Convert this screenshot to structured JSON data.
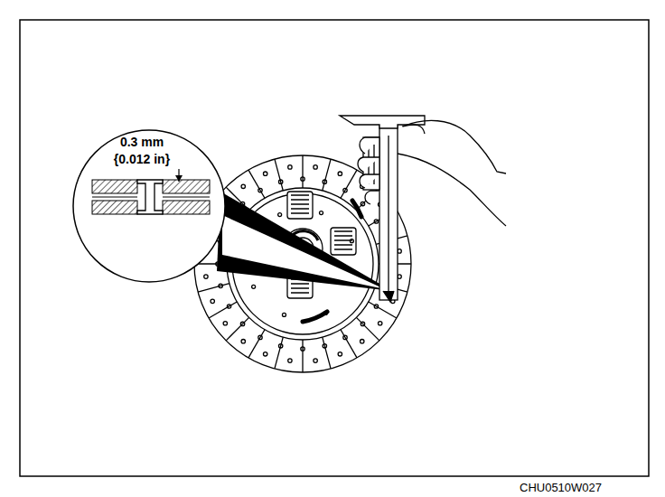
{
  "diagram": {
    "nodes": [
      {
        "text": [
          "0.3 mm",
          "{0.012 in}"
        ]
      }
    ],
    "labels": [
      "CHU0510W027"
    ]
  }
}
